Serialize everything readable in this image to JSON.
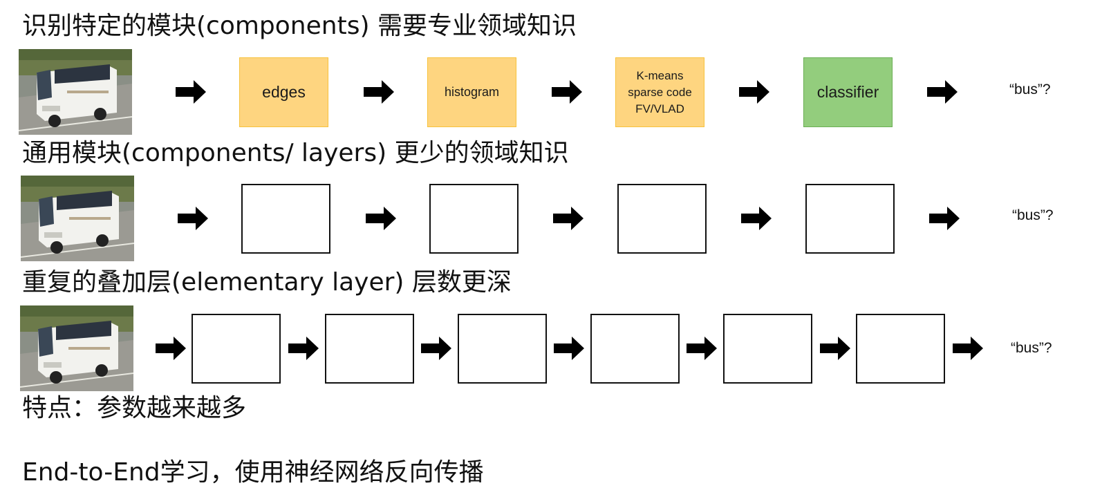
{
  "rows": [
    {
      "heading": "识别特定的模块(components) 需要专业领域知识",
      "boxes": [
        "edges",
        "histogram",
        "K-means\nsparse code\nFV/VLAD",
        "classifier"
      ],
      "output": "“bus”?"
    },
    {
      "heading": "通用模块(components/ layers) 更少的领域知识",
      "output": "“bus”?"
    },
    {
      "heading": "重复的叠加层(elementary layer) 层数更深",
      "output": "“bus”?"
    }
  ],
  "footer": {
    "feature": "特点：参数越来越多",
    "end_to_end": "End-to-End学习，使用神经网络反向传播"
  },
  "colors": {
    "feature_box": "#fed580",
    "classifier_box": "#93cd7d",
    "arrow": "#000000"
  },
  "icons": {
    "arrow": "right-arrow-icon",
    "image": "bus-photo"
  }
}
